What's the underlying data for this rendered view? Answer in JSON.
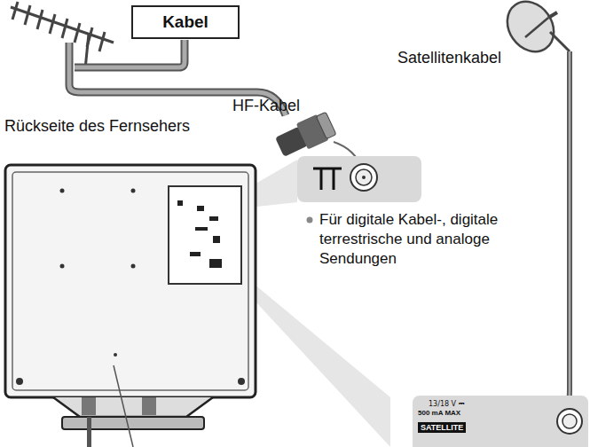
{
  "diagram": {
    "nodes": [
      {
        "text": [
          "Kabel"
        ]
      },
      {
        "text": [
          "13/18 V ⎓",
          "500 mA MAX",
          "SATELLITE"
        ]
      }
    ],
    "labels": [
      "HF-Kabel",
      "Satellitenkabel",
      "Rückseite des Fernsehers",
      "Für digitale Kabel-, digitale terrestrische und analoge Sendungen"
    ]
  }
}
